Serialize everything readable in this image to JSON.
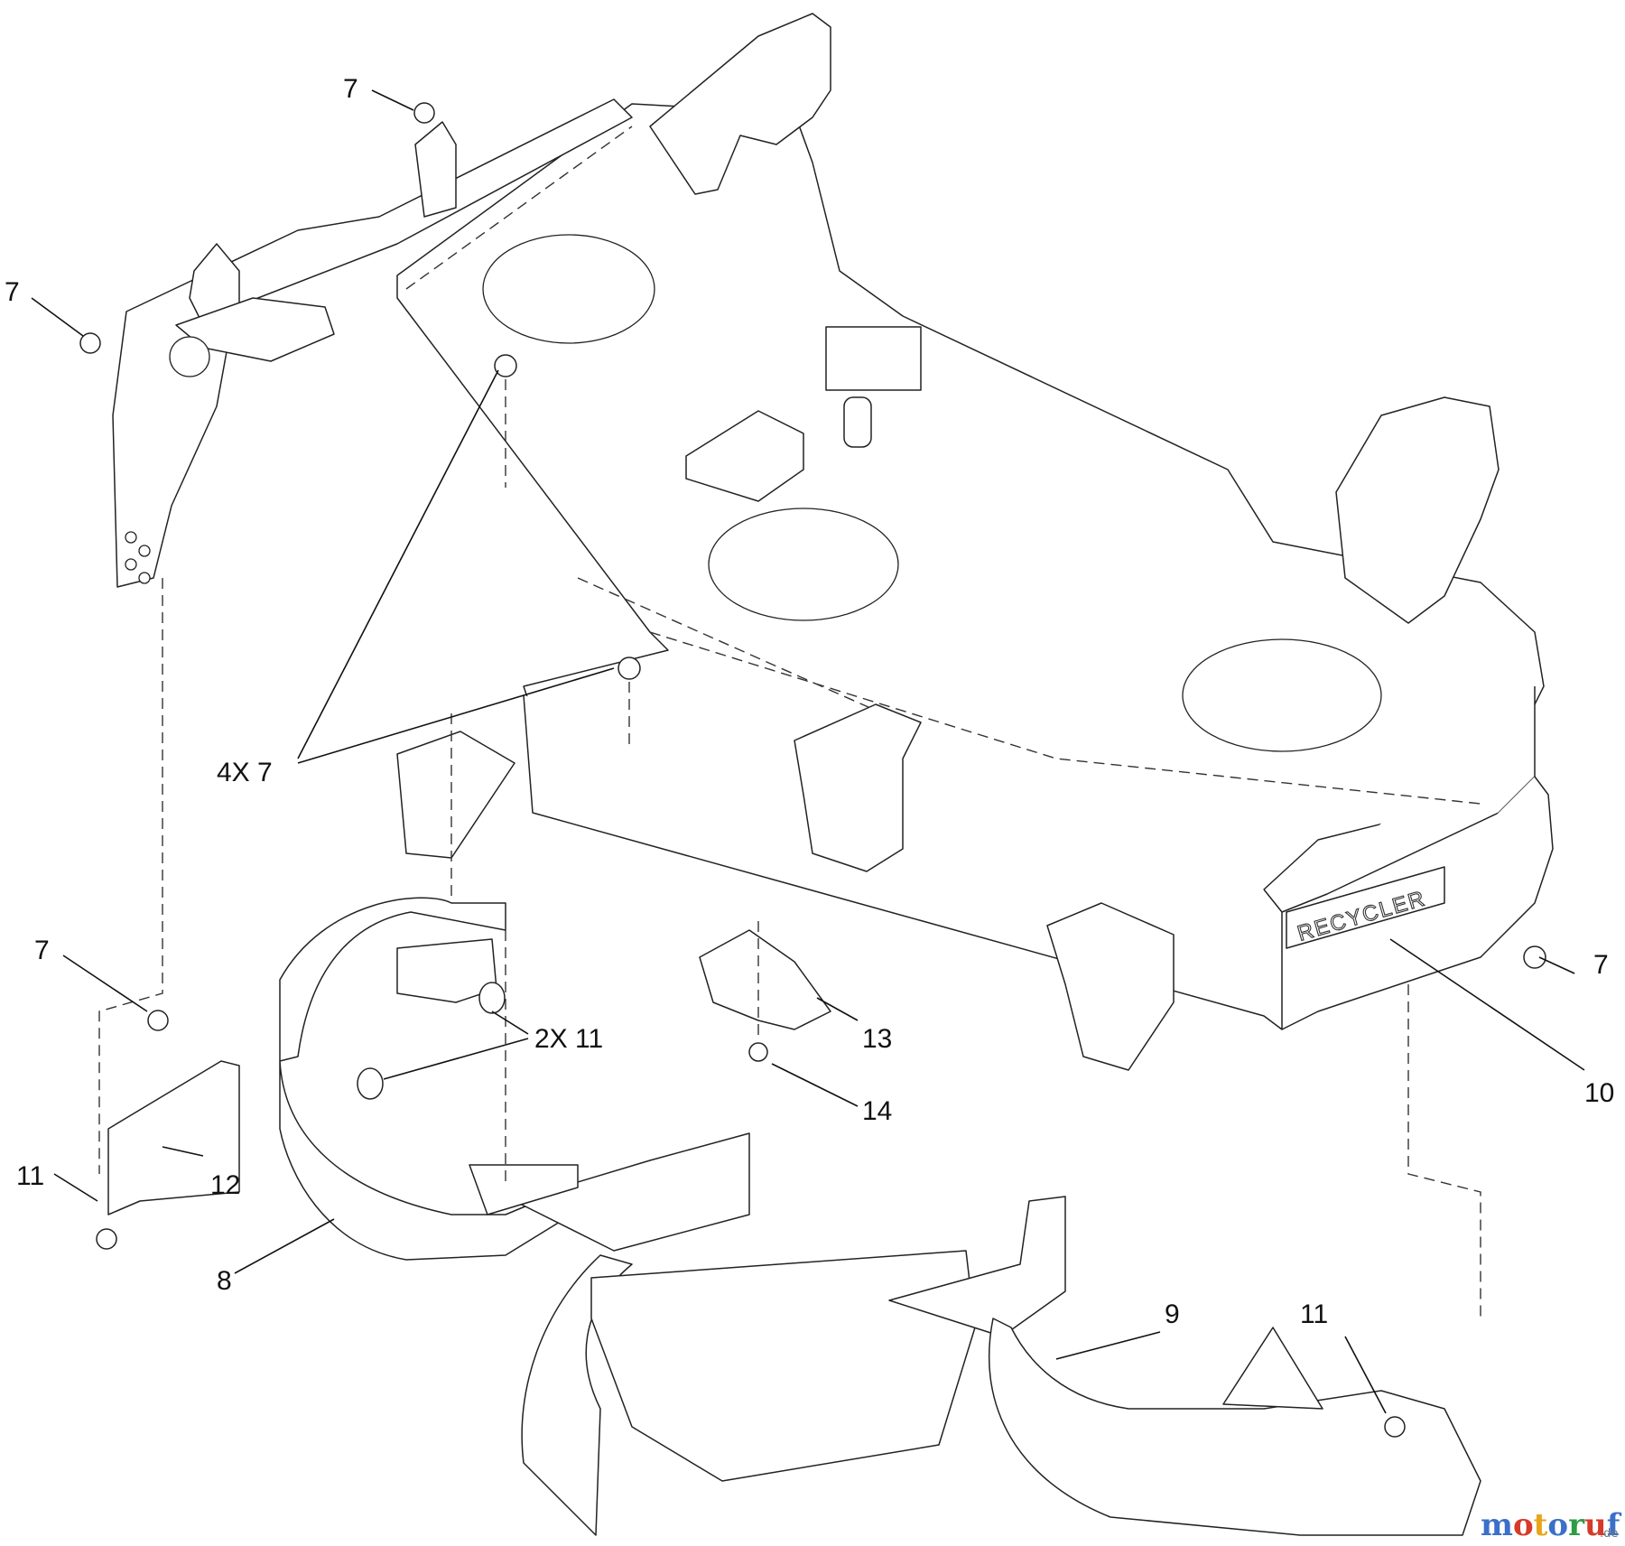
{
  "diagram": {
    "brand_marking": "RECYCLER",
    "callouts": [
      {
        "id": "c7_top",
        "label": "7"
      },
      {
        "id": "c7_left",
        "label": "7"
      },
      {
        "id": "c4x7",
        "label": "4X 7"
      },
      {
        "id": "c7_midleft",
        "label": "7"
      },
      {
        "id": "c7_right",
        "label": "7"
      },
      {
        "id": "c2x11",
        "label": "2X 11"
      },
      {
        "id": "c13",
        "label": "13"
      },
      {
        "id": "c14",
        "label": "14"
      },
      {
        "id": "c10",
        "label": "10"
      },
      {
        "id": "c11_left",
        "label": "11"
      },
      {
        "id": "c12",
        "label": "12"
      },
      {
        "id": "c8",
        "label": "8"
      },
      {
        "id": "c9",
        "label": "9"
      },
      {
        "id": "c11_right",
        "label": "11"
      }
    ]
  },
  "watermark": {
    "brand": "motoruf",
    "suffix": ".de",
    "colors": [
      "#3b6fc9",
      "#d63a2a",
      "#e8a51c",
      "#3b6fc9",
      "#2e9b45",
      "#d63a2a",
      "#3b6fc9"
    ]
  }
}
